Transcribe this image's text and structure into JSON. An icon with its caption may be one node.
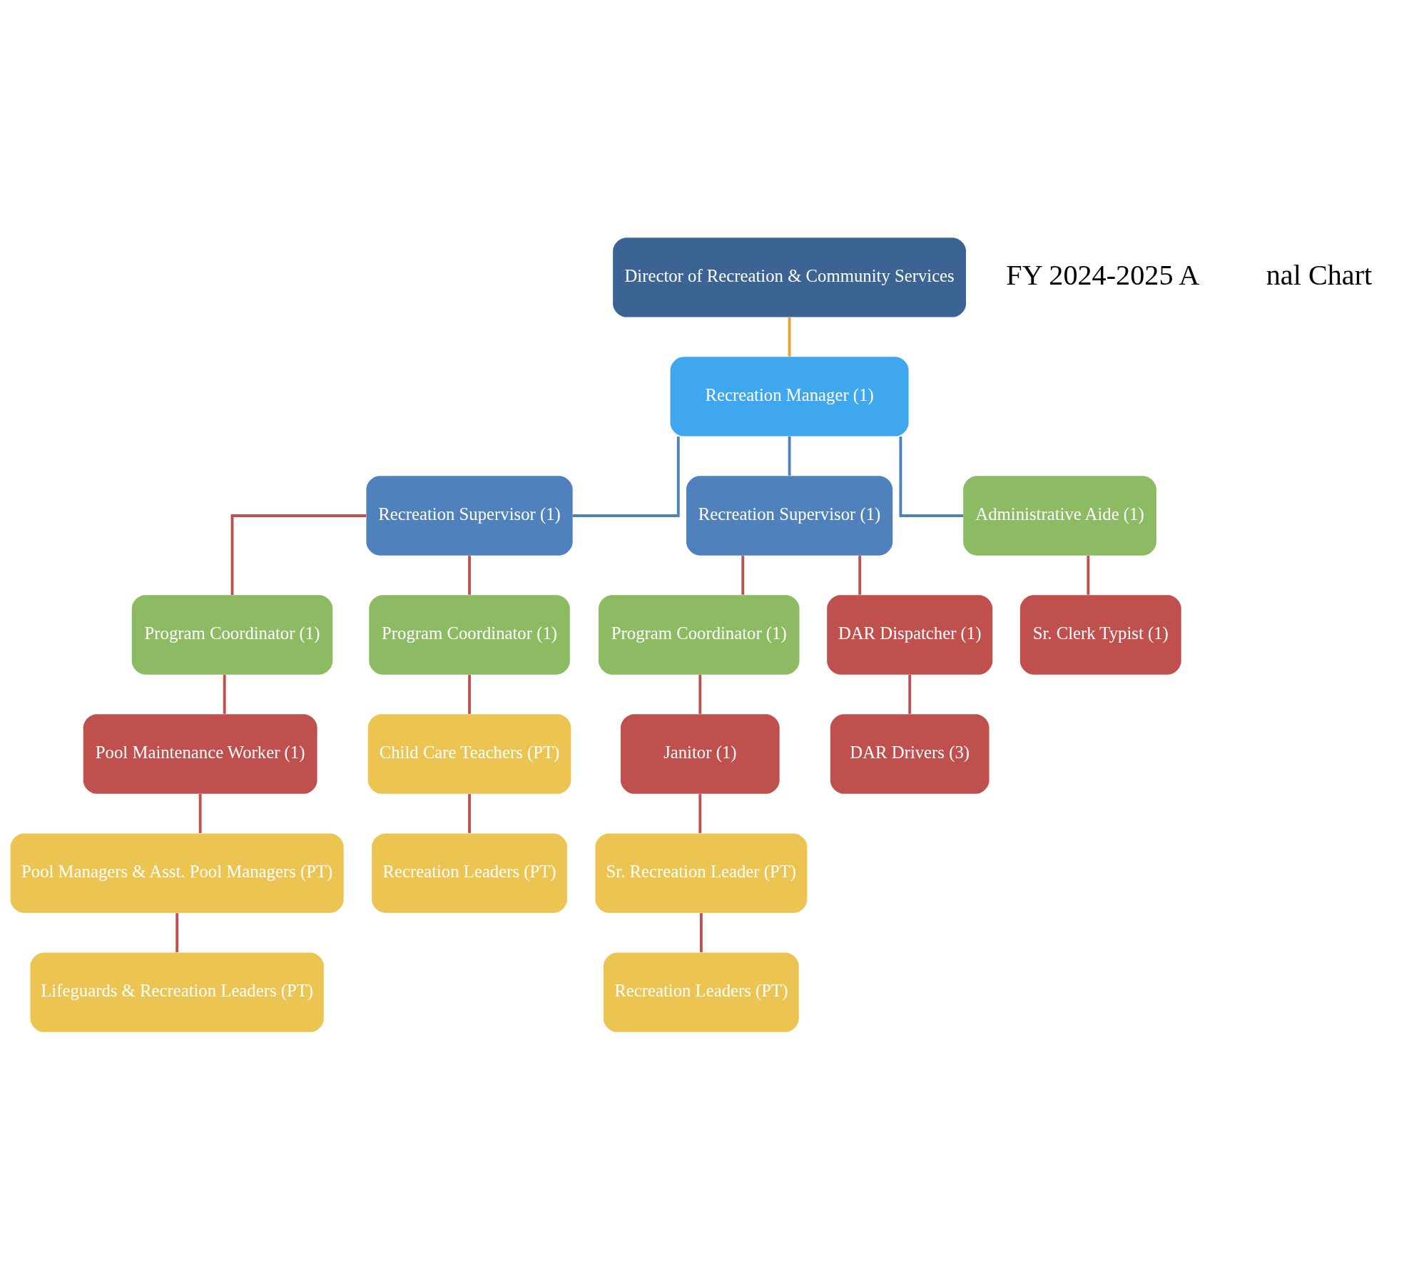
{
  "diagram": {
    "nodes": [
      {
        "text": [
          "Director of Recreation & Community Services"
        ]
      },
      {
        "text": [
          "Recreation Manager (1)"
        ]
      },
      {
        "text": [
          "Recreation Supervisor (1)"
        ]
      },
      {
        "text": [
          "Recreation Supervisor (1)"
        ]
      },
      {
        "text": [
          "Program Coordinator (1)"
        ]
      },
      {
        "text": [
          "Program Coordinator (1)"
        ]
      },
      {
        "text": [
          "Administrative Aide (1)"
        ]
      },
      {
        "text": [
          "Program Coordinator (1)"
        ]
      },
      {
        "text": [
          "Pool Maintenance Worker (1)"
        ]
      },
      {
        "text": [
          "Sr. Clerk Typist (1)"
        ]
      },
      {
        "text": [
          "DAR Dispatcher (1)"
        ]
      },
      {
        "text": [
          "Janitor (1)"
        ]
      },
      {
        "text": [
          "Pool Managers & Asst. Pool Managers (PT)"
        ]
      },
      {
        "text": [
          "Child Care Teachers (PT)"
        ]
      },
      {
        "text": [
          "DAR Drivers (3)"
        ]
      },
      {
        "text": [
          "Sr. Recreation Leader (PT)"
        ]
      },
      {
        "text": [
          "Lifeguards & Recreation Leaders (PT)"
        ]
      },
      {
        "text": [
          "Recreation Leaders (PT)"
        ]
      },
      {
        "text": [
          "Recreation Leaders (PT)"
        ]
      }
    ],
    "edges": [
      {
        "from": 0,
        "to": 1,
        "arrow": "none",
        "color": "#f0a030"
      },
      {
        "from": 1,
        "to": 2,
        "arrow": "none",
        "color": "#4f81bd"
      },
      {
        "from": 1,
        "to": 6,
        "arrow": "none",
        "color": "#4f81bd"
      },
      {
        "from": 1,
        "to": 3,
        "arrow": "none",
        "color": "#4f81bd"
      },
      {
        "from": 2,
        "to": 4,
        "arrow": "none"
      },
      {
        "from": 2,
        "to": 5,
        "arrow": "none"
      },
      {
        "from": 3,
        "to": 10,
        "arrow": "none"
      },
      {
        "from": 3,
        "to": 7,
        "arrow": "none"
      },
      {
        "from": 4,
        "to": 8,
        "arrow": "none"
      },
      {
        "from": 6,
        "to": 9,
        "arrow": "none"
      },
      {
        "from": 7,
        "to": 11,
        "arrow": "none"
      },
      {
        "from": 8,
        "to": 12,
        "arrow": "none"
      },
      {
        "from": 5,
        "to": 13,
        "arrow": "none"
      },
      {
        "from": 10,
        "to": 14,
        "arrow": "none"
      },
      {
        "from": 11,
        "to": 15,
        "arrow": "none"
      },
      {
        "from": 12,
        "to": 16,
        "arrow": "none"
      },
      {
        "from": 13,
        "to": 17,
        "arrow": "none"
      },
      {
        "from": 15,
        "to": 18,
        "arrow": "none"
      }
    ],
    "labels": [
      "FY 2024-2025 A",
      "nal Chart"
    ]
  }
}
